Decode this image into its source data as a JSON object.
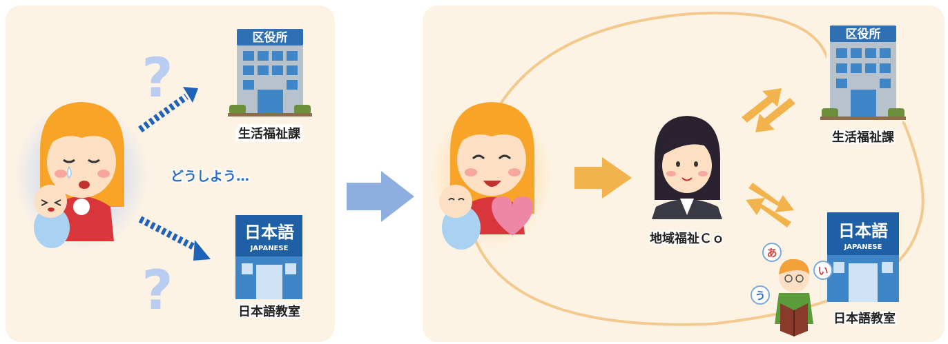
{
  "left_panel": {
    "office_sign": "区役所",
    "office_label": "生活福祉課",
    "school_sign": "日本語",
    "school_sign_sub": "JAPANESE",
    "school_label": "日本語教室",
    "thought": "どうしよう…",
    "question_mark": "?"
  },
  "right_panel": {
    "office_sign": "区役所",
    "office_label": "生活福祉課",
    "school_sign": "日本語",
    "school_sign_sub": "JAPANESE",
    "school_label": "日本語教室",
    "coordinator_label": "地域福祉Ｃｏ",
    "bubble_a": "あ",
    "bubble_i": "い",
    "bubble_u": "う"
  },
  "colors": {
    "panel_bg": "#fdf3e5",
    "dashed_arrow": "#1e63b8",
    "question_mark": "#b9cdf0",
    "transition_arrow": "#8eaee0",
    "orange_arrow": "#f2b24c",
    "network_ring": "#f3c98d",
    "building_blue": "#3f86c8"
  }
}
